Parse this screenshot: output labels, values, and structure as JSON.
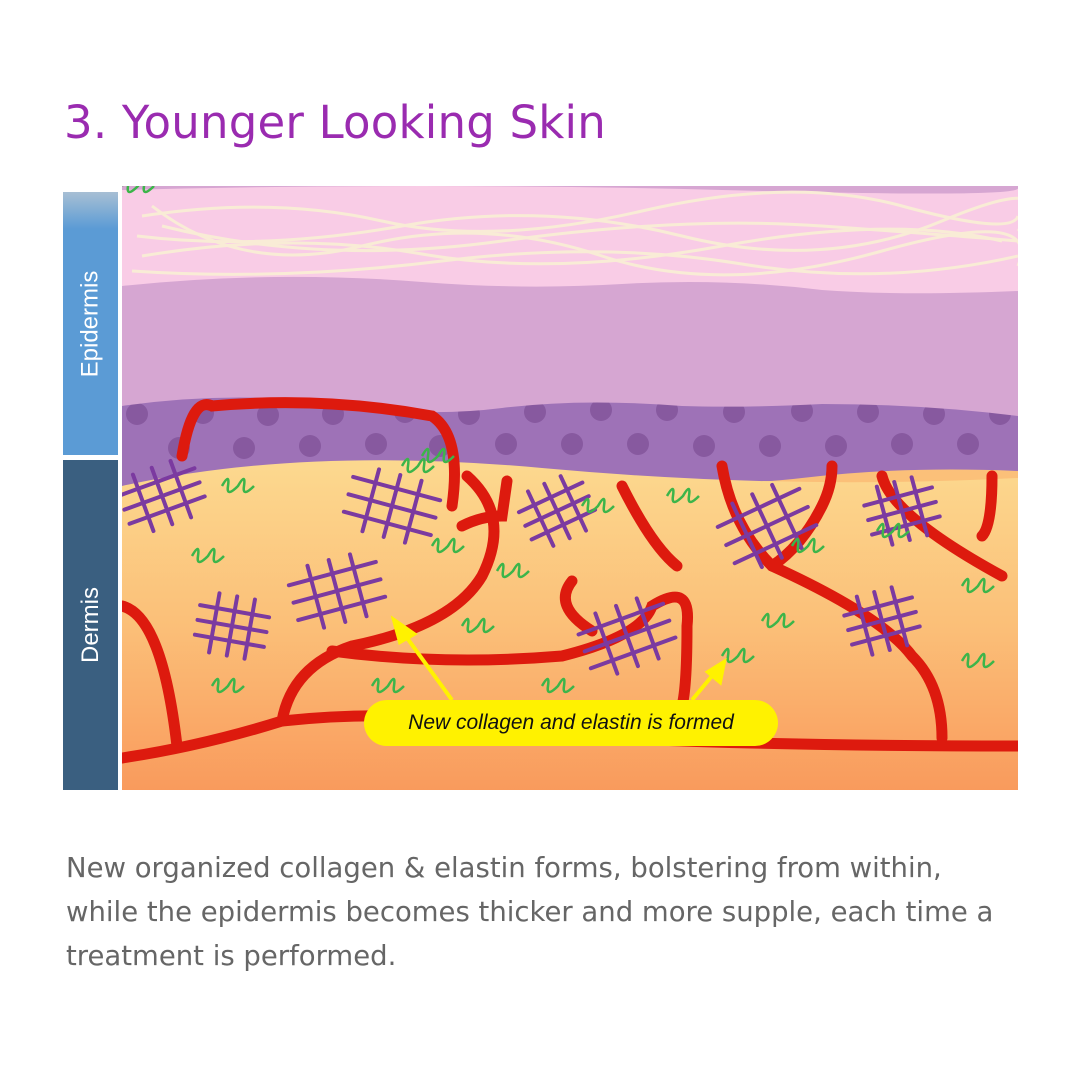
{
  "title": "3. Younger Looking Skin",
  "layers": {
    "epidermis_label": "Epidermis",
    "dermis_label": "Dermis"
  },
  "callout": "New collagen and elastin is formed",
  "description": "New organized collagen & elastin forms, bolstering from within, while the epidermis becomes thicker and more supple, each time a treatment is performed.",
  "colors": {
    "title": "#9a2bb0",
    "vessel": "#dd1a0e",
    "collagen": "#7b3aa0",
    "elastin": "#3cb54a",
    "callout": "#fff200"
  }
}
